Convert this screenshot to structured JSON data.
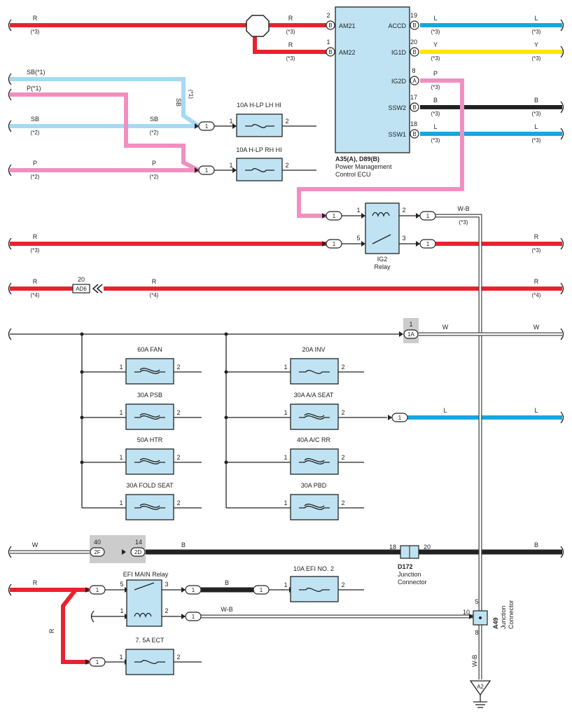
{
  "colors": {
    "R": "#e8222e",
    "L": "#16a6e0",
    "Y": "#ffe400",
    "P": "#f08fc0",
    "SB": "#a6daf2",
    "B": "#222222",
    "box": "#bfe3f3",
    "conn_grey": "#cccccc"
  },
  "ecu": {
    "title": "A35(A), D89(B)",
    "desc1": "Power Management",
    "desc2": "Control ECU",
    "pins_left": [
      {
        "num": "2",
        "conn": "B",
        "name": "AM21"
      },
      {
        "num": "1",
        "conn": "B",
        "name": "AM22"
      }
    ],
    "pins_right": [
      {
        "num": "19",
        "conn": "B",
        "name": "ACCD"
      },
      {
        "num": "20",
        "conn": "B",
        "name": "IG1D"
      },
      {
        "num": "8",
        "conn": "A",
        "name": "IG2D"
      },
      {
        "num": "17",
        "conn": "B",
        "name": "SSW2"
      },
      {
        "num": "18",
        "conn": "B",
        "name": "SSW1"
      }
    ]
  },
  "wires": {
    "r_left": "R",
    "r_left_note": "(*3)",
    "r_am21": "R",
    "r_am21_note": "(*3)",
    "r_am22": "R",
    "r_am22_note": "(*3)",
    "accd_a": "L",
    "accd_a_note": "(*3)",
    "accd_b": "L",
    "accd_b_note": "(*3)",
    "ig1d_a": "Y",
    "ig1d_a_note": "(*3)",
    "ig1d_b": "Y",
    "ig1d_b_note": "(*3)",
    "ig2d": "P",
    "ig2d_note": "(*3)",
    "ssw2_a": "B",
    "ssw2_a_note": "(*3)",
    "ssw2_b": "B",
    "ssw2_b_note": "(*3)",
    "ssw1_a": "L",
    "ssw1_a_note": "(*3)",
    "ssw1_b": "L",
    "ssw1_b_note": "(*3)",
    "sb1": "SB(*1)",
    "p1": "P(*1)",
    "sb_vert": "SB",
    "sb_vert_note": "(*1)",
    "sb2_l": "SB",
    "sb2_l_note": "(*2)",
    "sb2_r": "SB",
    "sb2_r_note": "(*2)",
    "p2_l": "P",
    "p2_l_note": "(*2)",
    "p2_r": "P",
    "p2_r_note": "(*2)",
    "wb_relay": "W-B",
    "wb_relay_note": "(*3)",
    "r_relay_l": "R",
    "r_relay_l_note": "(*3)",
    "r_relay_r": "R",
    "r_relay_r_note": "(*3)",
    "r_ad6_l": "R",
    "r_ad6_l_note": "(*4)",
    "r_ad6_m": "R",
    "r_ad6_m_note": "(*4)",
    "r_ad6_r": "R",
    "r_ad6_r_note": "(*4)",
    "w_1a_a": "W",
    "w_1a_b": "W",
    "l_ssw_a": "L",
    "l_ssw_b": "L",
    "w_2f": "W",
    "b_2d": "B",
    "b_d172": "B",
    "r_efi": "R",
    "b_efi": "B",
    "wb_efi": "W-B",
    "r_vert": "R",
    "wb_vert": "W-B"
  },
  "fuses": {
    "hlp_lh": "10A H-LP LH HI",
    "hlp_rh": "10A H-LP RH HI",
    "fan": "60A FAN",
    "psb": "30A PSB",
    "htr": "50A HTR",
    "fold": "30A FOLD SEAT",
    "inv": "20A INV",
    "aa_seat": "30A A/A SEAT",
    "ac_rr": "40A A/C RR",
    "pbd": "30A PBD",
    "efi2": "10A EFI NO. 2",
    "ect": "7. 5A ECT"
  },
  "relays": {
    "ig2_line1": "IG2",
    "ig2_line2": "Relay",
    "efi_main": "EFI MAIN Relay"
  },
  "connectors": {
    "ad6": "AD6",
    "ad6_pin": "20",
    "c1a": "1A",
    "c1a_pin": "1",
    "c2f": "2F",
    "c2f_pin": "40",
    "c2d": "2D",
    "c2d_pin": "14",
    "d172": "D172",
    "d172_l1": "Junction",
    "d172_l2": "Connector",
    "d172_pin_l": "18",
    "d172_pin_r": "20",
    "a49": "A49",
    "a49_l1": "Junction",
    "a49_l2": "Connector",
    "a49_pin_top": "5",
    "a49_pin_left": "10",
    "a49_pin_bot": "8",
    "a2": "A2"
  },
  "pins": {
    "one": "1",
    "two": "2",
    "three": "3",
    "five": "5"
  }
}
